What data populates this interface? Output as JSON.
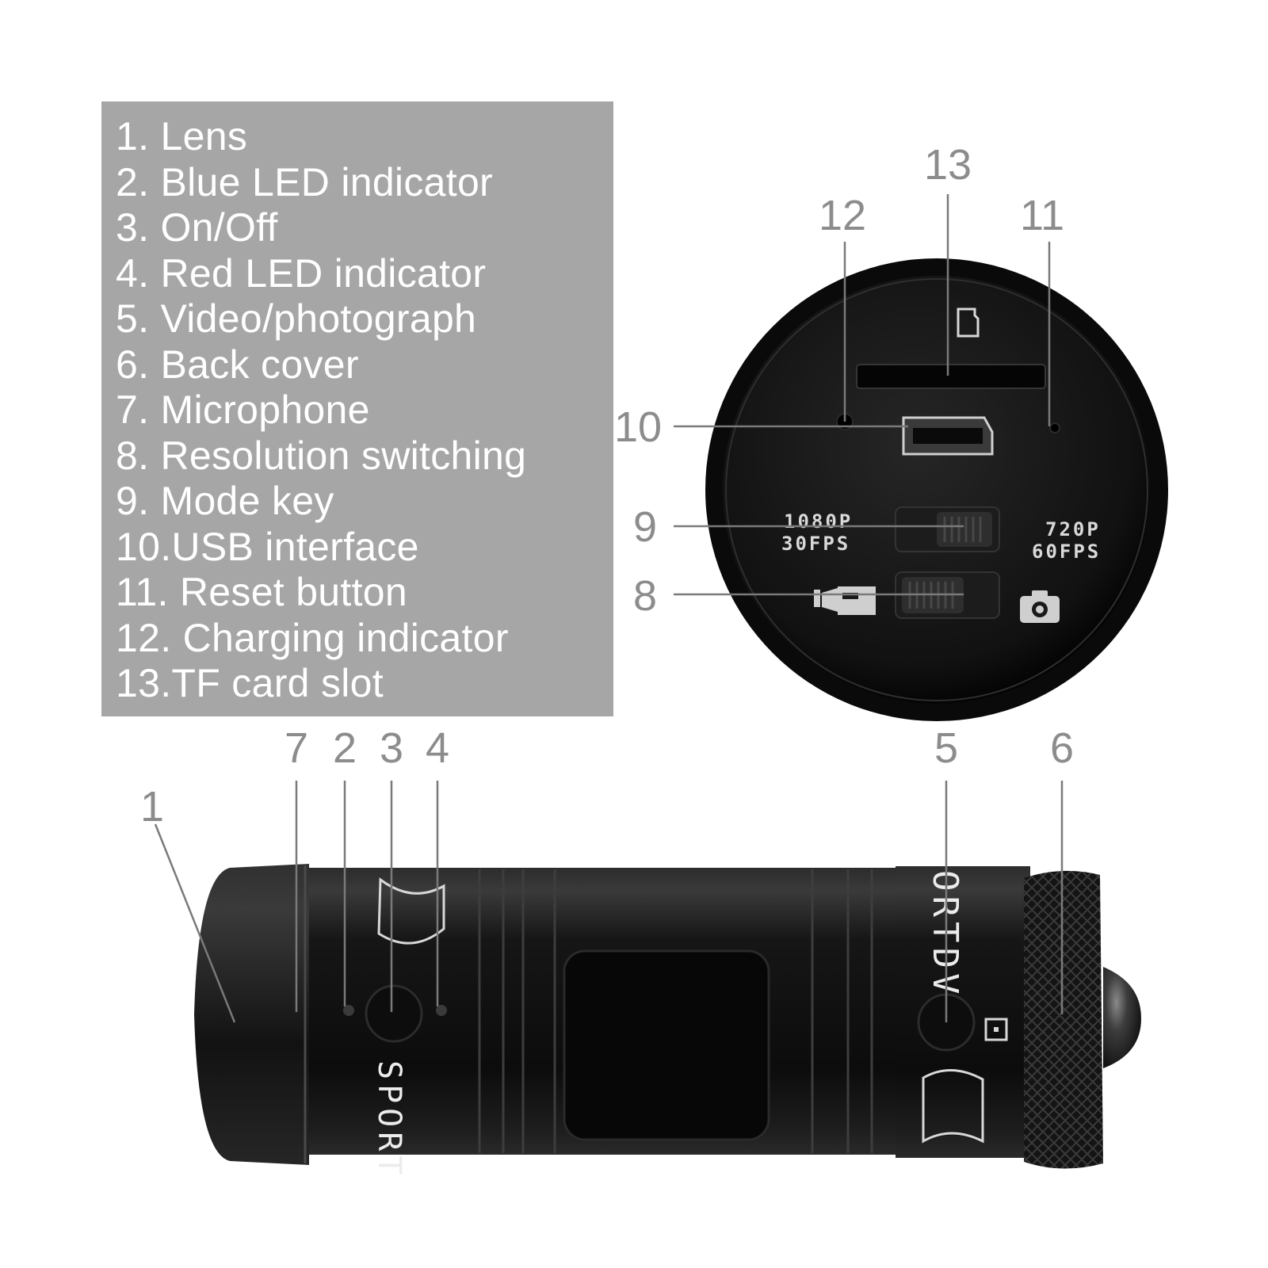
{
  "legend": {
    "items": [
      "1. Lens",
      "2. Blue LED indicator",
      "3. On/Off",
      "4. Red LED indicator",
      "5. Video/photograph",
      "6. Back cover",
      "7. Microphone",
      "8. Resolution switching",
      "9. Mode key",
      "10.USB interface",
      "11. Reset button",
      "12. Charging indicator",
      "13.TF card slot"
    ]
  },
  "callouts": {
    "c1": "1",
    "c2": "2",
    "c3": "3",
    "c4": "4",
    "c5": "5",
    "c6": "6",
    "c7": "7",
    "c8": "8",
    "c9": "9",
    "c10": "10",
    "c11": "11",
    "c12": "12",
    "c13": "13"
  },
  "device_labels": {
    "res1_line1": "1080P",
    "res1_line2": "30FPS",
    "res2_line1": "720P",
    "res2_line2": "60FPS",
    "body_sport": "SPORT",
    "body_dv": "ORTDV"
  },
  "icons": [
    "video-camera-icon",
    "photo-camera-icon",
    "sd-card-icon"
  ],
  "colors": {
    "legend_background": "#a6a6a6",
    "legend_text": "#ffffff",
    "callout_text": "#8c8c8c",
    "device_body": "#141414"
  }
}
